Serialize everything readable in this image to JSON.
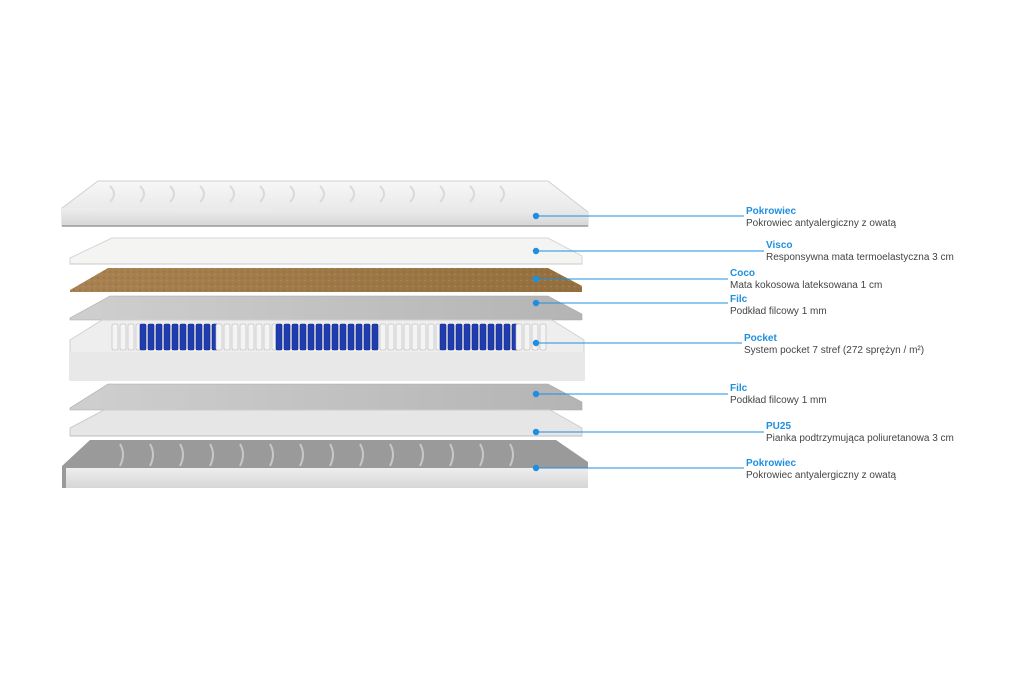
{
  "colors": {
    "accent": "#1e8fe0",
    "text": "#444444",
    "coco": "#a27a4a",
    "pocket_blue": "#1f3db0"
  },
  "layers": [
    {
      "name": "Pokrowiec",
      "desc": "Pokrowiec antyalergiczny z owatą"
    },
    {
      "name": "Visco",
      "desc": "Responsywna mata termoelastyczna 3 cm"
    },
    {
      "name": "Coco",
      "desc": "Mata kokosowa lateksowana 1 cm"
    },
    {
      "name": "Filc",
      "desc": "Podkład filcowy 1 mm"
    },
    {
      "name": "Pocket",
      "desc": "System pocket 7 stref (272 sprężyn / m²)"
    },
    {
      "name": "Filc",
      "desc": "Podkład filcowy 1 mm"
    },
    {
      "name": "PU25",
      "desc": "Pianka podtrzymująca poliuretanowa 3 cm"
    },
    {
      "name": "Pokrowiec",
      "desc": "Pokrowiec antyalergiczny z owatą"
    }
  ]
}
